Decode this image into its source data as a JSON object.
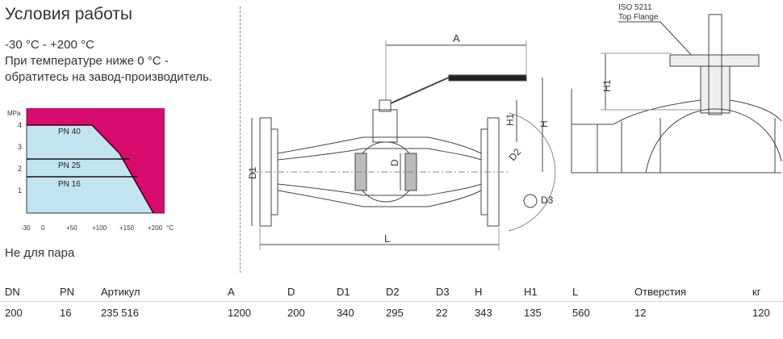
{
  "title": "Условия работы",
  "conditions": {
    "range": "-30 °C - +200 °C",
    "note_line1": "При температуре ниже 0 °C -",
    "note_line2": "обратитесь на завод-производитель."
  },
  "steam_note": "Не для пара",
  "colors": {
    "magenta": "#d80b6e",
    "light_blue": "#c2e3f1"
  },
  "pt_chart": {
    "type": "area",
    "unit_y": "MPa",
    "unit_x": "°C",
    "y_ticks": [
      "4",
      "3",
      "2",
      "1"
    ],
    "x_ticks": [
      "-30",
      "0",
      "+50",
      "+100",
      "+150",
      "+200"
    ],
    "series": [
      {
        "name": "PN 40",
        "max_pressure": 4
      },
      {
        "name": "PN 25",
        "max_pressure": 2.5
      },
      {
        "name": "PN 16",
        "max_pressure": 1.6
      }
    ]
  },
  "drawing": {
    "A": "A",
    "D": "D",
    "D1": "D1",
    "D2": "D2",
    "D3": "D3",
    "H": "H",
    "H1": "H1",
    "L": "L",
    "iso": "ISO 5211",
    "top_flange": "Top Flange",
    "H1_detail": "H1"
  },
  "table": {
    "headers": [
      "DN",
      "PN",
      "Артикул",
      "A",
      "D",
      "D1",
      "D2",
      "D3",
      "H",
      "H1",
      "L",
      "Отверстия",
      "кг"
    ],
    "rows": [
      [
        "200",
        "16",
        "235 516",
        "1200",
        "200",
        "340",
        "295",
        "22",
        "343",
        "135",
        "560",
        "12",
        "120"
      ]
    ]
  }
}
